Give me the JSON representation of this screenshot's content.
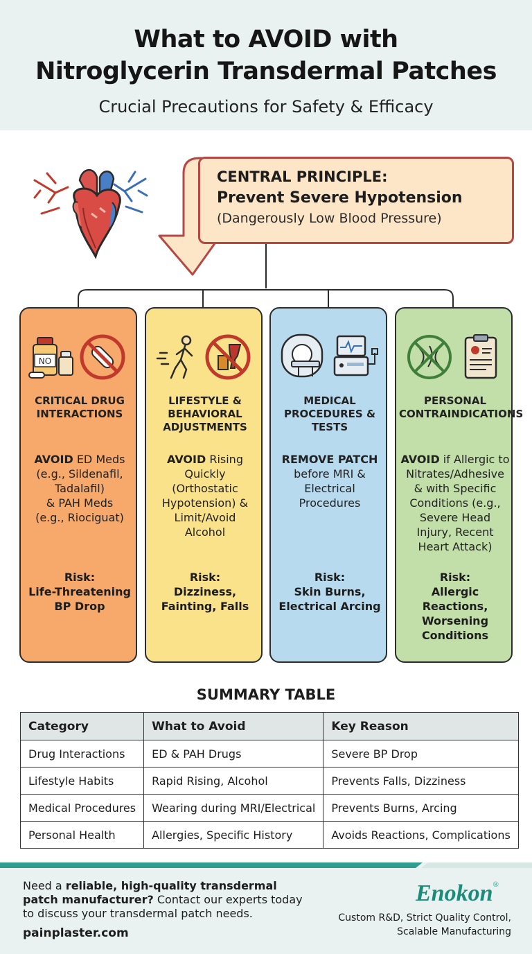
{
  "header": {
    "title_line1": "What to AVOID with",
    "title_line2": "Nitroglycerin Transdermal Patches",
    "subtitle": "Crucial Precautions for Safety & Efficacy"
  },
  "principle": {
    "label": "CENTRAL PRINCIPLE:",
    "headline": "Prevent Severe Hypotension",
    "detail": "(Dangerously Low Blood Pressure)"
  },
  "cards": [
    {
      "title_l1": "CRITICAL DRUG",
      "title_l2": "INTERACTIONS",
      "title_l3": "",
      "avoid_word": "AVOID",
      "body_lines": [
        " ED Meds",
        "(e.g., Sildenafil,",
        "Tadalafil)",
        "& PAH Meds",
        "(e.g., Riociguat)"
      ],
      "risk_label": "Risk:",
      "risk_lines": [
        "Life-Threatening",
        "BP Drop"
      ],
      "icon_label": "NO",
      "icons": [
        "medicine-bottles-icon",
        "prohibited-pill-icon"
      ],
      "color": "#f6a96a"
    },
    {
      "title_l1": "LIFESTYLE &",
      "title_l2": "BEHAVIORAL",
      "title_l3": "ADJUSTMENTS",
      "avoid_word": "AVOID",
      "body_lines": [
        " Rising",
        "Quickly",
        "(Orthostatic",
        "Hypotension) &",
        "Limit/Avoid",
        "Alcohol"
      ],
      "risk_label": "Risk:",
      "risk_lines": [
        "Dizziness,",
        "Fainting, Falls"
      ],
      "icons": [
        "walking-person-icon",
        "prohibited-alcohol-icon"
      ],
      "color": "#fae28a"
    },
    {
      "title_l1": "MEDICAL",
      "title_l2": "PROCEDURES &",
      "title_l3": "TESTS",
      "avoid_word": "REMOVE PATCH",
      "body_lines": [
        "before MRI &",
        "Electrical",
        "Procedures"
      ],
      "risk_label": "Risk:",
      "risk_lines": [
        "Skin Burns,",
        "Electrical Arcing"
      ],
      "icons": [
        "mri-scanner-icon",
        "electrical-monitor-icon"
      ],
      "color": "#b7daef"
    },
    {
      "title_l1": "PERSONAL",
      "title_l2": "CONTRAINDICATIONS",
      "title_l3": "",
      "avoid_word": "AVOID",
      "body_lines": [
        " if Allergic to",
        "Nitrates/Adhesive",
        "& with Specific",
        "Conditions (e.g.,",
        "Severe Head",
        "Injury, Recent",
        "Heart Attack)"
      ],
      "risk_label": "Risk:",
      "risk_lines": [
        "Allergic",
        "Reactions,",
        "Worsening",
        "Conditions"
      ],
      "icons": [
        "prohibited-allergen-icon",
        "medical-clipboard-icon"
      ],
      "color": "#c2dea9"
    }
  ],
  "table": {
    "title": "SUMMARY TABLE",
    "headers": [
      "Category",
      "What to Avoid",
      "Key Reason"
    ],
    "rows": [
      [
        "Drug Interactions",
        "ED & PAH Drugs",
        "Severe BP Drop"
      ],
      [
        "Lifestyle Habits",
        "Rapid Rising, Alcohol",
        "Prevents Falls, Dizziness"
      ],
      [
        "Medical Procedures",
        "Wearing during MRI/Electrical",
        "Prevents Burns, Arcing"
      ],
      [
        "Personal Health",
        "Allergies, Specific History",
        "Avoids Reactions, Complications"
      ]
    ]
  },
  "footer": {
    "text_pre": "Need a ",
    "text_bold": "reliable, high-quality transdermal patch manufacturer?",
    "text_post": " Contact our experts today to discuss your transdermal patch needs.",
    "url": "painplaster.com",
    "brand": "Enokon",
    "brand_mark": "®",
    "tagline_l1": "Custom R&D, Strict Quality Control,",
    "tagline_l2": "Scalable Manufacturing"
  },
  "colors": {
    "header_bg": "#e9f2f1",
    "principle_bg": "#fde5c8",
    "principle_border": "#b54845",
    "accent_teal": "#1b8c7a",
    "prohibit_red": "#c0392b"
  }
}
